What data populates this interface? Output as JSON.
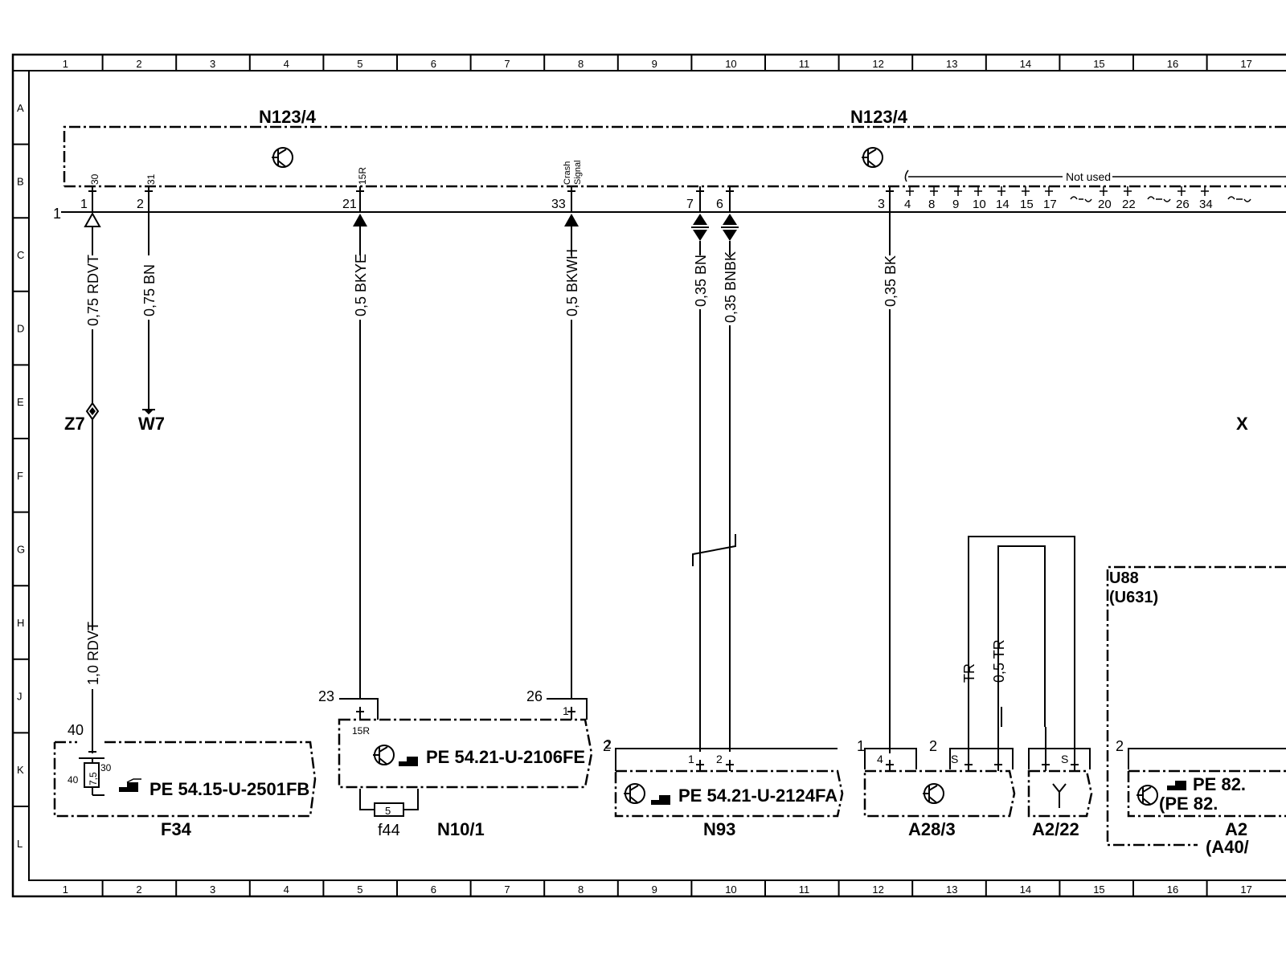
{
  "grid": {
    "columns": [
      "1",
      "2",
      "3",
      "4",
      "5",
      "6",
      "7",
      "8",
      "9",
      "10",
      "11",
      "12",
      "13",
      "14",
      "15",
      "16",
      "17"
    ],
    "rows": [
      "A",
      "B",
      "C",
      "D",
      "E",
      "F",
      "G",
      "H",
      "J",
      "K",
      "L"
    ]
  },
  "module_top": {
    "label_left": "N123/4",
    "label_right": "N123/4",
    "line_number": "1",
    "not_used": "Not used",
    "unused_pins": [
      "4",
      "8",
      "9",
      "10",
      "14",
      "15",
      "17",
      "20",
      "22",
      "26",
      "34"
    ],
    "pins": [
      {
        "num": "1",
        "term": "30"
      },
      {
        "num": "2",
        "term": "31"
      },
      {
        "num": "21",
        "term": "15R"
      },
      {
        "num": "33",
        "term_line1": "Crash",
        "term_line2": "Signal"
      },
      {
        "num": "7"
      },
      {
        "num": "6"
      },
      {
        "num": "3"
      }
    ]
  },
  "wires": [
    {
      "label": "0,75 RDVT"
    },
    {
      "label": "0,75 BN"
    },
    {
      "label": "0,5 BKYE"
    },
    {
      "label": "0,5 BKWH"
    },
    {
      "label": "0,35 BN"
    },
    {
      "label": "0,35 BNBK"
    },
    {
      "label": "0,35 BK"
    },
    {
      "label": "1,0 RDVT"
    },
    {
      "label": "TR"
    },
    {
      "label": "0,5 TR"
    }
  ],
  "nodes": {
    "z7": "Z7",
    "w7": "W7",
    "x": "X"
  },
  "components": {
    "f34": {
      "name": "F34",
      "ref": "PE  54.15-U-2501FB",
      "pin": "40",
      "fuse_pin": "40",
      "fuse_value": "7,5",
      "fuse_term": "30"
    },
    "n10_1": {
      "name": "N10/1",
      "ref": "PE  54.21-U-2106FE",
      "pin_23": "23",
      "pin_26": "26",
      "term": "15R",
      "pin_1": "1",
      "pin_2": "2",
      "fuse_name": "f44",
      "fuse_value": "5"
    },
    "n93": {
      "name": "N93",
      "ref": "PE  54.21-U-2124FA",
      "pin_2": "2",
      "pin_a": "1",
      "pin_b": "2"
    },
    "a28_3": {
      "name": "A28/3",
      "pin_1": "1",
      "pin_4": "4",
      "pin_2": "2",
      "s": "S"
    },
    "a2_22": {
      "name": "A2/22",
      "s": "S"
    },
    "u88": {
      "line1": "U88",
      "line2": "(U631)",
      "pin_2": "2",
      "ref1": "PE  82.",
      "ref2": "(PE  82.",
      "name": "A2",
      "name2": "(A40/"
    }
  },
  "icons": [
    "transistor-icon",
    "pointing-hand-icon",
    "antenna-icon"
  ]
}
